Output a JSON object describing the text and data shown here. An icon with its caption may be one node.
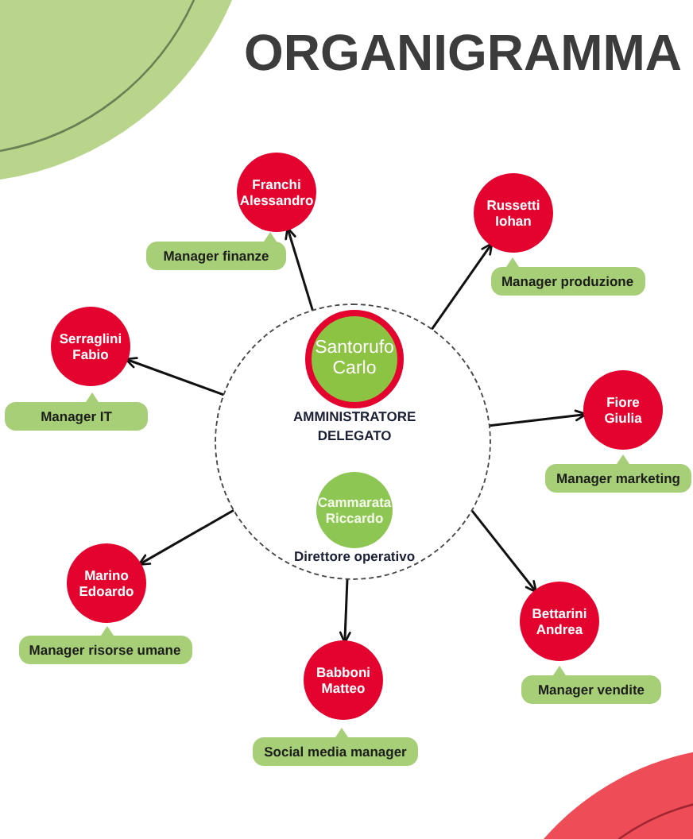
{
  "diagram": {
    "title": "ORGANIGRAMMA",
    "nodes": [
      {
        "text": [],
        "shape": "circle"
      },
      {
        "text": [
          "Santorufo Carlo"
        ],
        "in": 0,
        "beside": [
          "AMMINISTRATORE DELEGATO"
        ]
      },
      {
        "text": [
          "Cammarata Riccardo"
        ],
        "in": 0,
        "beside": [
          "Direttore operativo"
        ]
      },
      {
        "text": [
          "Franchi Alessandro"
        ]
      },
      {
        "text": [
          "Manager finanze"
        ]
      },
      {
        "text": [
          "Russetti Iohan"
        ]
      },
      {
        "text": [
          "Manager produzione"
        ]
      },
      {
        "text": [
          "Serraglini Fabio"
        ]
      },
      {
        "text": [
          "Manager IT"
        ]
      },
      {
        "text": [
          "Fiore Giulia"
        ]
      },
      {
        "text": [
          "Manager marketing"
        ]
      },
      {
        "text": [
          "Marino Edoardo"
        ]
      },
      {
        "text": [
          "Manager risorse umane"
        ]
      },
      {
        "text": [
          "Babboni Matteo"
        ]
      },
      {
        "text": [
          "Social media manager"
        ]
      },
      {
        "text": [
          "Bettarini Andrea"
        ]
      },
      {
        "text": [
          "Manager vendite"
        ]
      }
    ],
    "edges": [
      {
        "from": 0,
        "to": 3,
        "arrow": "to"
      },
      {
        "from": 0,
        "to": 5,
        "arrow": "to"
      },
      {
        "from": 0,
        "to": 7,
        "arrow": "to"
      },
      {
        "from": 0,
        "to": 9,
        "arrow": "to"
      },
      {
        "from": 0,
        "to": 11,
        "arrow": "to"
      },
      {
        "from": 0,
        "to": 13,
        "arrow": "to"
      },
      {
        "from": 0,
        "to": 15,
        "arrow": "to"
      }
    ]
  }
}
